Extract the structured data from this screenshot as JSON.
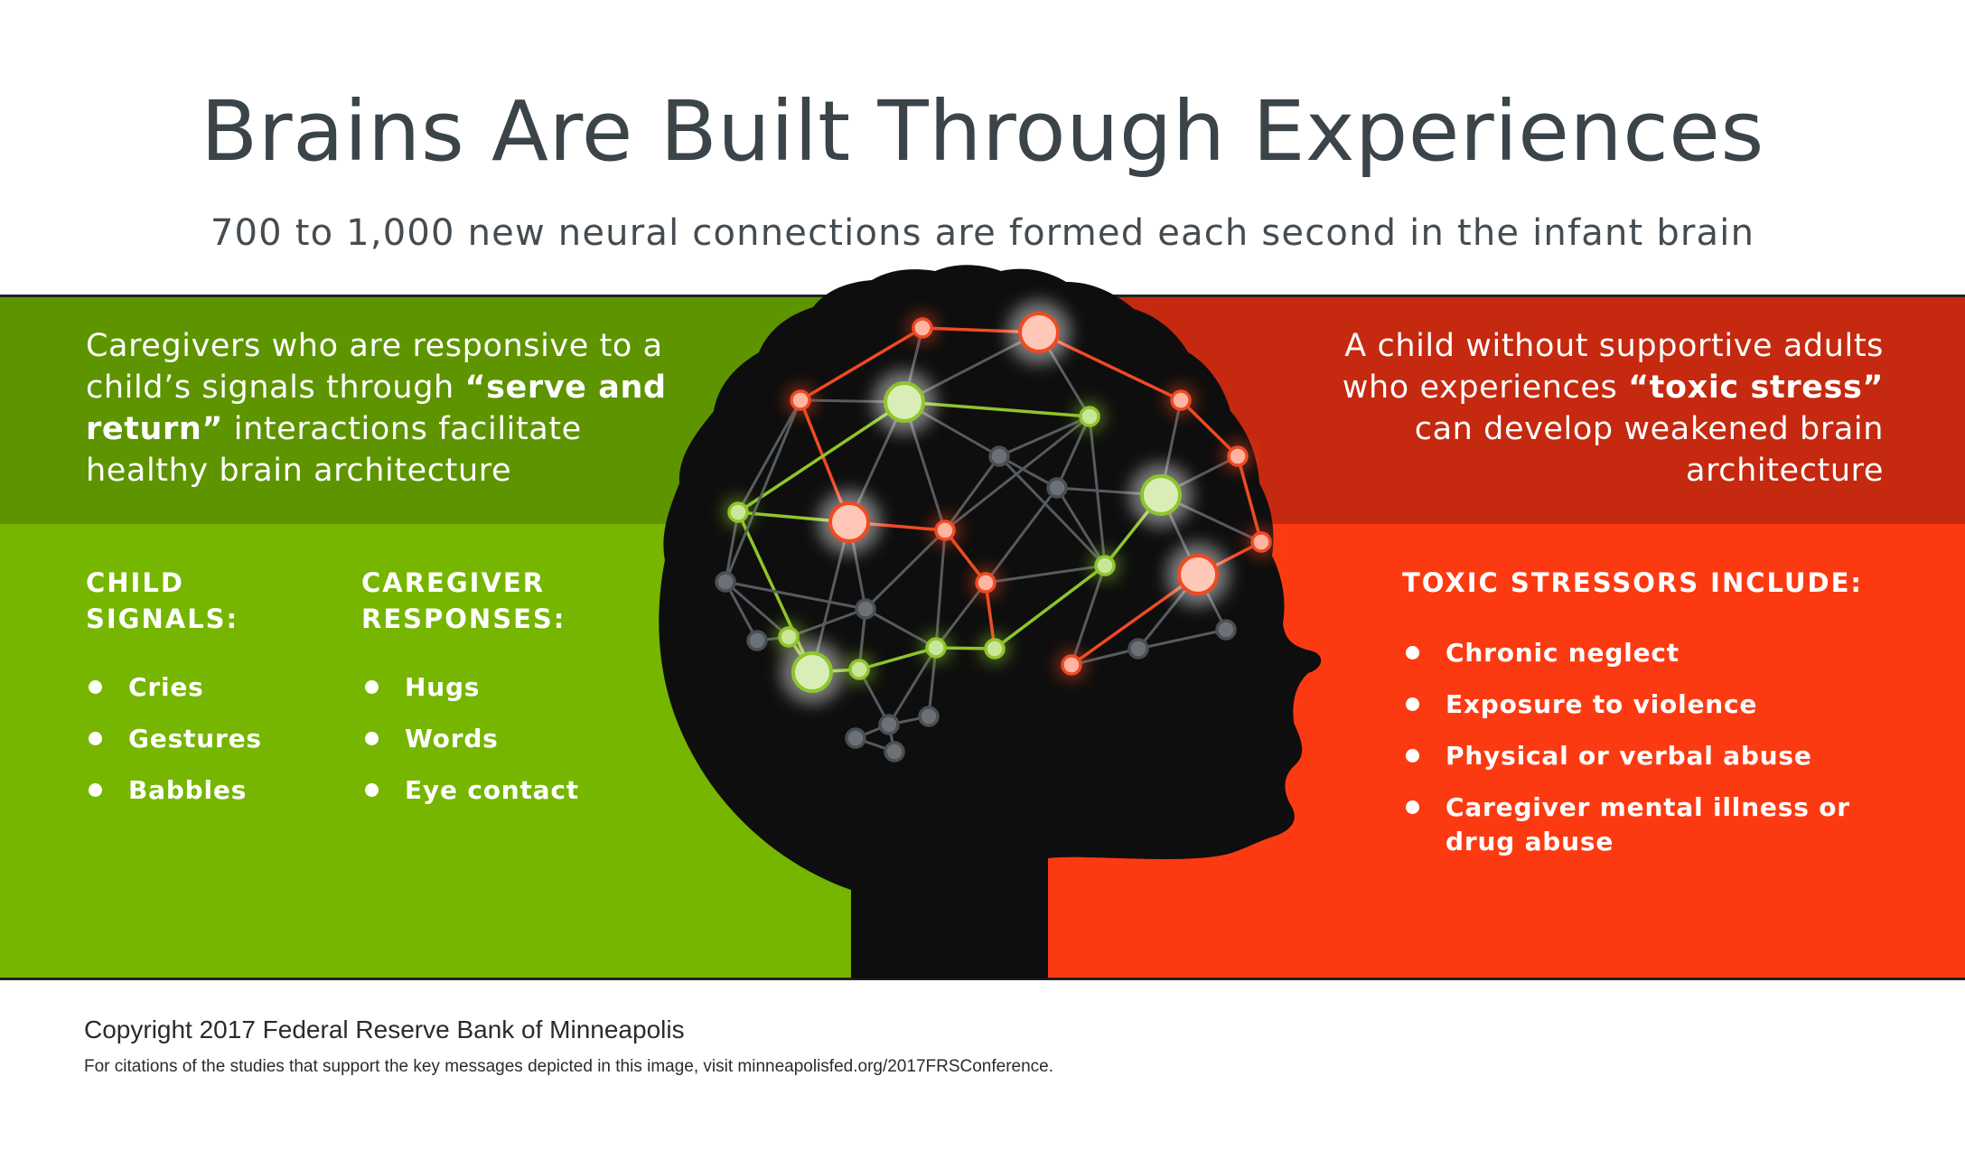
{
  "header": {
    "title": "Brains Are Built Through Experiences",
    "subtitle": "700 to 1,000 new neural connections are formed each second in the infant brain"
  },
  "left_panel": {
    "intro_before": "Caregivers who are responsive to a child’s signals through ",
    "intro_bold": "“serve and return”",
    "intro_after": " interactions facilitate healthy brain architecture",
    "child_signals": {
      "heading": "CHILD SIGNALS:",
      "items": [
        "Cries",
        "Gestures",
        "Babbles"
      ]
    },
    "caregiver_responses": {
      "heading": "CAREGIVER RESPONSES:",
      "items": [
        "Hugs",
        "Words",
        "Eye contact"
      ]
    }
  },
  "right_panel": {
    "intro_before": "A child without supportive adults who experiences ",
    "intro_bold": "“toxic stress”",
    "intro_after": " can develop weakened brain architecture",
    "toxic_stressors": {
      "heading": "TOXIC STRESSORS INCLUDE:",
      "items": [
        "Chronic neglect",
        "Exposure to violence",
        "Physical or verbal abuse",
        "Caregiver mental illness or drug abuse"
      ]
    }
  },
  "footer": {
    "copyright": "Copyright 2017 Federal Reserve Bank of Minneapolis",
    "citation": "For citations of the studies that support the key messages depicted in this image, visit minneapolisfed.org/2017FRSConference."
  },
  "colors": {
    "green_dark": "#5e9400",
    "green_light": "#76b500",
    "red_dark": "#c5290f",
    "red_light": "#fc3a12",
    "silhouette": "#0e0e0e",
    "node_green": "#8fc52c",
    "node_red": "#f04a22",
    "node_gray": "#5f656b"
  }
}
